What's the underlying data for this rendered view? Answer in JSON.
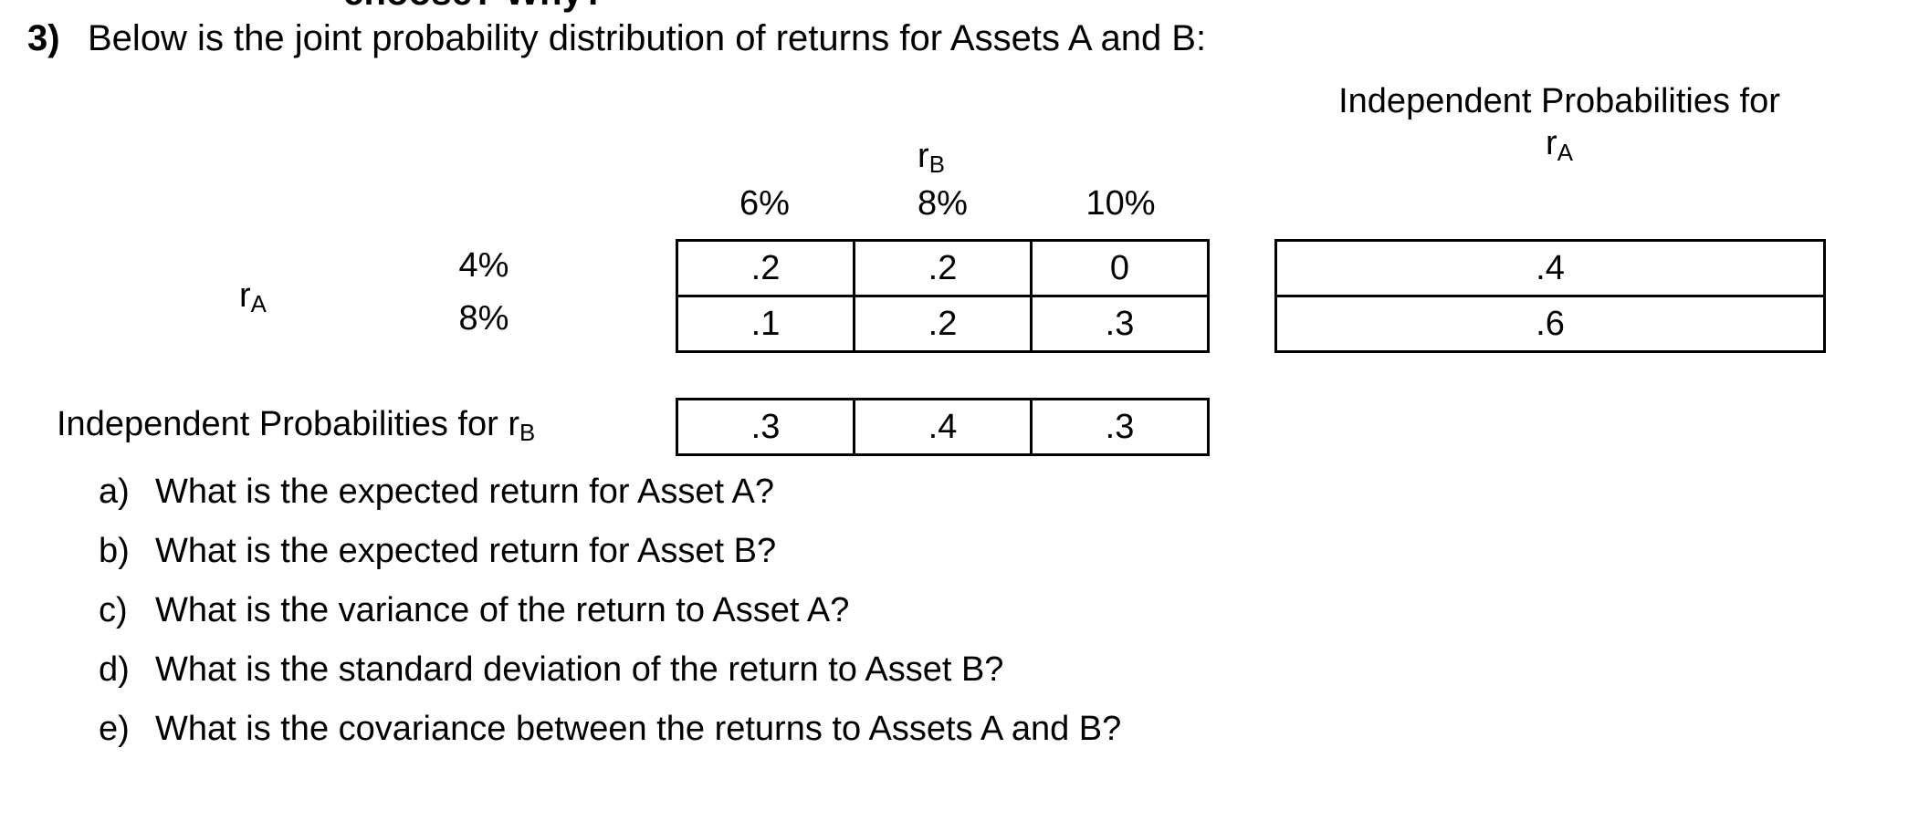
{
  "document": {
    "clipped_top_line": "choose? Why?",
    "question_number": "3)",
    "question_text": "Below is the joint probability distribution of returns for Assets A and B:"
  },
  "right_heading": {
    "line1": "Independent Probabilities for",
    "line2_var": "r",
    "line2_sub": "A"
  },
  "joint_table": {
    "col_group_var": "r",
    "col_group_sub": "B",
    "row_group_var": "r",
    "row_group_sub": "A",
    "column_headers": [
      "6%",
      "8%",
      "10%"
    ],
    "row_headers": [
      "4%",
      "8%"
    ],
    "rows": [
      [
        "0.2",
        "0.2",
        "0"
      ],
      [
        "0.1",
        "0.2",
        "0.3"
      ]
    ],
    "cells_display": [
      [
        ".2",
        ".2",
        "0"
      ],
      [
        ".1",
        ".2",
        ".3"
      ]
    ]
  },
  "ra_marginals": {
    "values": [
      ".4",
      ".6"
    ]
  },
  "rb_marginals": {
    "label_text": "Independent Probabilities for ",
    "label_var": "r",
    "label_sub": "B",
    "values": [
      ".3",
      ".4",
      ".3"
    ]
  },
  "subquestions": [
    {
      "letter": "a)",
      "text": "What is the expected return for Asset A?"
    },
    {
      "letter": "b)",
      "text": "What is the expected return for Asset B?"
    },
    {
      "letter": "c)",
      "text": "What is the variance of the return to Asset A?"
    },
    {
      "letter": "d)",
      "text": "What is the standard deviation of the return to Asset B?"
    },
    {
      "letter": "e)",
      "text": "What is the covariance between the returns to Assets A and B?"
    }
  ],
  "chart_data": {
    "type": "table",
    "title": "Joint probability distribution of returns for Assets A and B",
    "xlabel": "r_B",
    "ylabel": "r_A",
    "categories": [
      "6%",
      "8%",
      "10%"
    ],
    "row_categories": [
      "4%",
      "8%"
    ],
    "series": [
      {
        "name": "r_A = 4%",
        "values": [
          0.2,
          0.2,
          0.0
        ]
      },
      {
        "name": "r_A = 8%",
        "values": [
          0.1,
          0.2,
          0.3
        ]
      }
    ],
    "marginal_rA": {
      "categories": [
        "4%",
        "8%"
      ],
      "values": [
        0.4,
        0.6
      ]
    },
    "marginal_rB": {
      "categories": [
        "6%",
        "8%",
        "10%"
      ],
      "values": [
        0.3,
        0.4,
        0.3
      ]
    },
    "grid": true,
    "legend": "none"
  }
}
